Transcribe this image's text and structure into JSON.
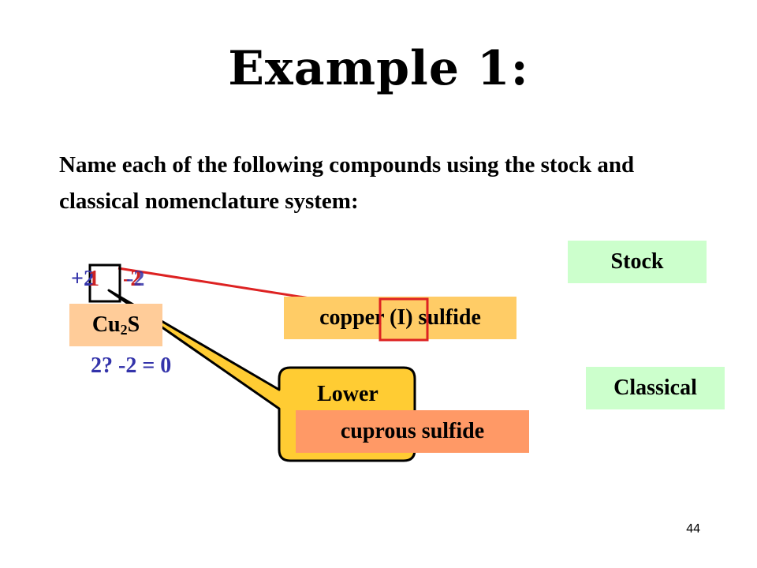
{
  "slide": {
    "title": "Example 1:",
    "instruction": "Name each of the following compounds using the stock and classical nomenclature system:",
    "page_number": "44"
  },
  "labels": {
    "stock": "Stock",
    "classical": "Classical"
  },
  "compound": {
    "formula_element": "Cu",
    "formula_subscript": "2",
    "formula_anion": "S",
    "charge_positive_old": "+2",
    "charge_positive_new": "1",
    "charge_negative_old": "-2",
    "charge_negative_new": "-2",
    "charge_sum": "2? -2 = 0"
  },
  "names": {
    "stock_name": "copper (I) sulfide",
    "classical_name": "cuprous sulfide",
    "callout": "Lower"
  },
  "colors": {
    "stock_bg": "#ccffcc",
    "formula_bg": "#ffcc99",
    "stock_name_bg": "#ffcc66",
    "classical_name_bg": "#ff9966",
    "callout_fill": "#ffcc33",
    "charge_blue": "#3333aa",
    "highlight_red": "#dd2222"
  }
}
